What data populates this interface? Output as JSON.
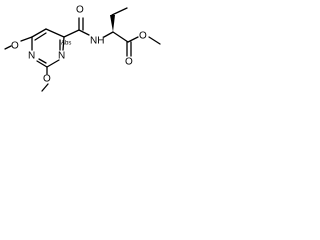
{
  "molecule": {
    "atoms": {
      "o_methoxy_left": "O",
      "n_ring_1": "N",
      "n_ring_3": "N",
      "o_methoxy_bottom": "O",
      "o_carbonyl_amide": "O",
      "n_amide": "NH",
      "o_carbonyl_ester": "O",
      "o_ester": "O"
    },
    "stereo_label": "Abs"
  },
  "colors": {
    "ink": "#000000",
    "background": "#ffffff"
  }
}
